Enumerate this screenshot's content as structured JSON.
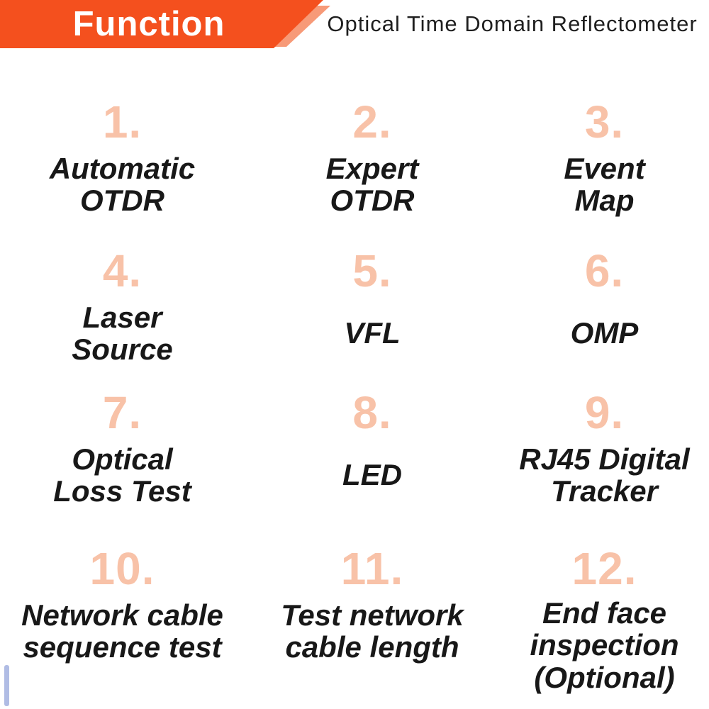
{
  "header": {
    "banner_label": "Function",
    "title": "Optical Time Domain Reflectometer",
    "banner_color": "#f4501e",
    "fold_color": "#f79a78",
    "banner_text_color": "#ffffff",
    "title_color": "#1f1f1f"
  },
  "features": {
    "number_color": "#f8c2a8",
    "text_color": "#181818",
    "items": [
      {
        "number": "1.",
        "label": "Automatic\nOTDR"
      },
      {
        "number": "2.",
        "label": "Expert\nOTDR"
      },
      {
        "number": "3.",
        "label": "Event\nMap"
      },
      {
        "number": "4.",
        "label": "Laser\nSource"
      },
      {
        "number": "5.",
        "label": "VFL"
      },
      {
        "number": "6.",
        "label": "OMP"
      },
      {
        "number": "7.",
        "label": "Optical\nLoss Test"
      },
      {
        "number": "8.",
        "label": "LED"
      },
      {
        "number": "9.",
        "label": "RJ45 Digital\nTracker"
      },
      {
        "number": "10.",
        "label": "Network cable\nsequence test"
      },
      {
        "number": "11.",
        "label": "Test network\ncable length"
      },
      {
        "number": "12.",
        "label": "End face\ninspection\n(Optional)"
      }
    ]
  },
  "decoration": {
    "scrollbar_artifact_color": "#8fa0d8"
  }
}
